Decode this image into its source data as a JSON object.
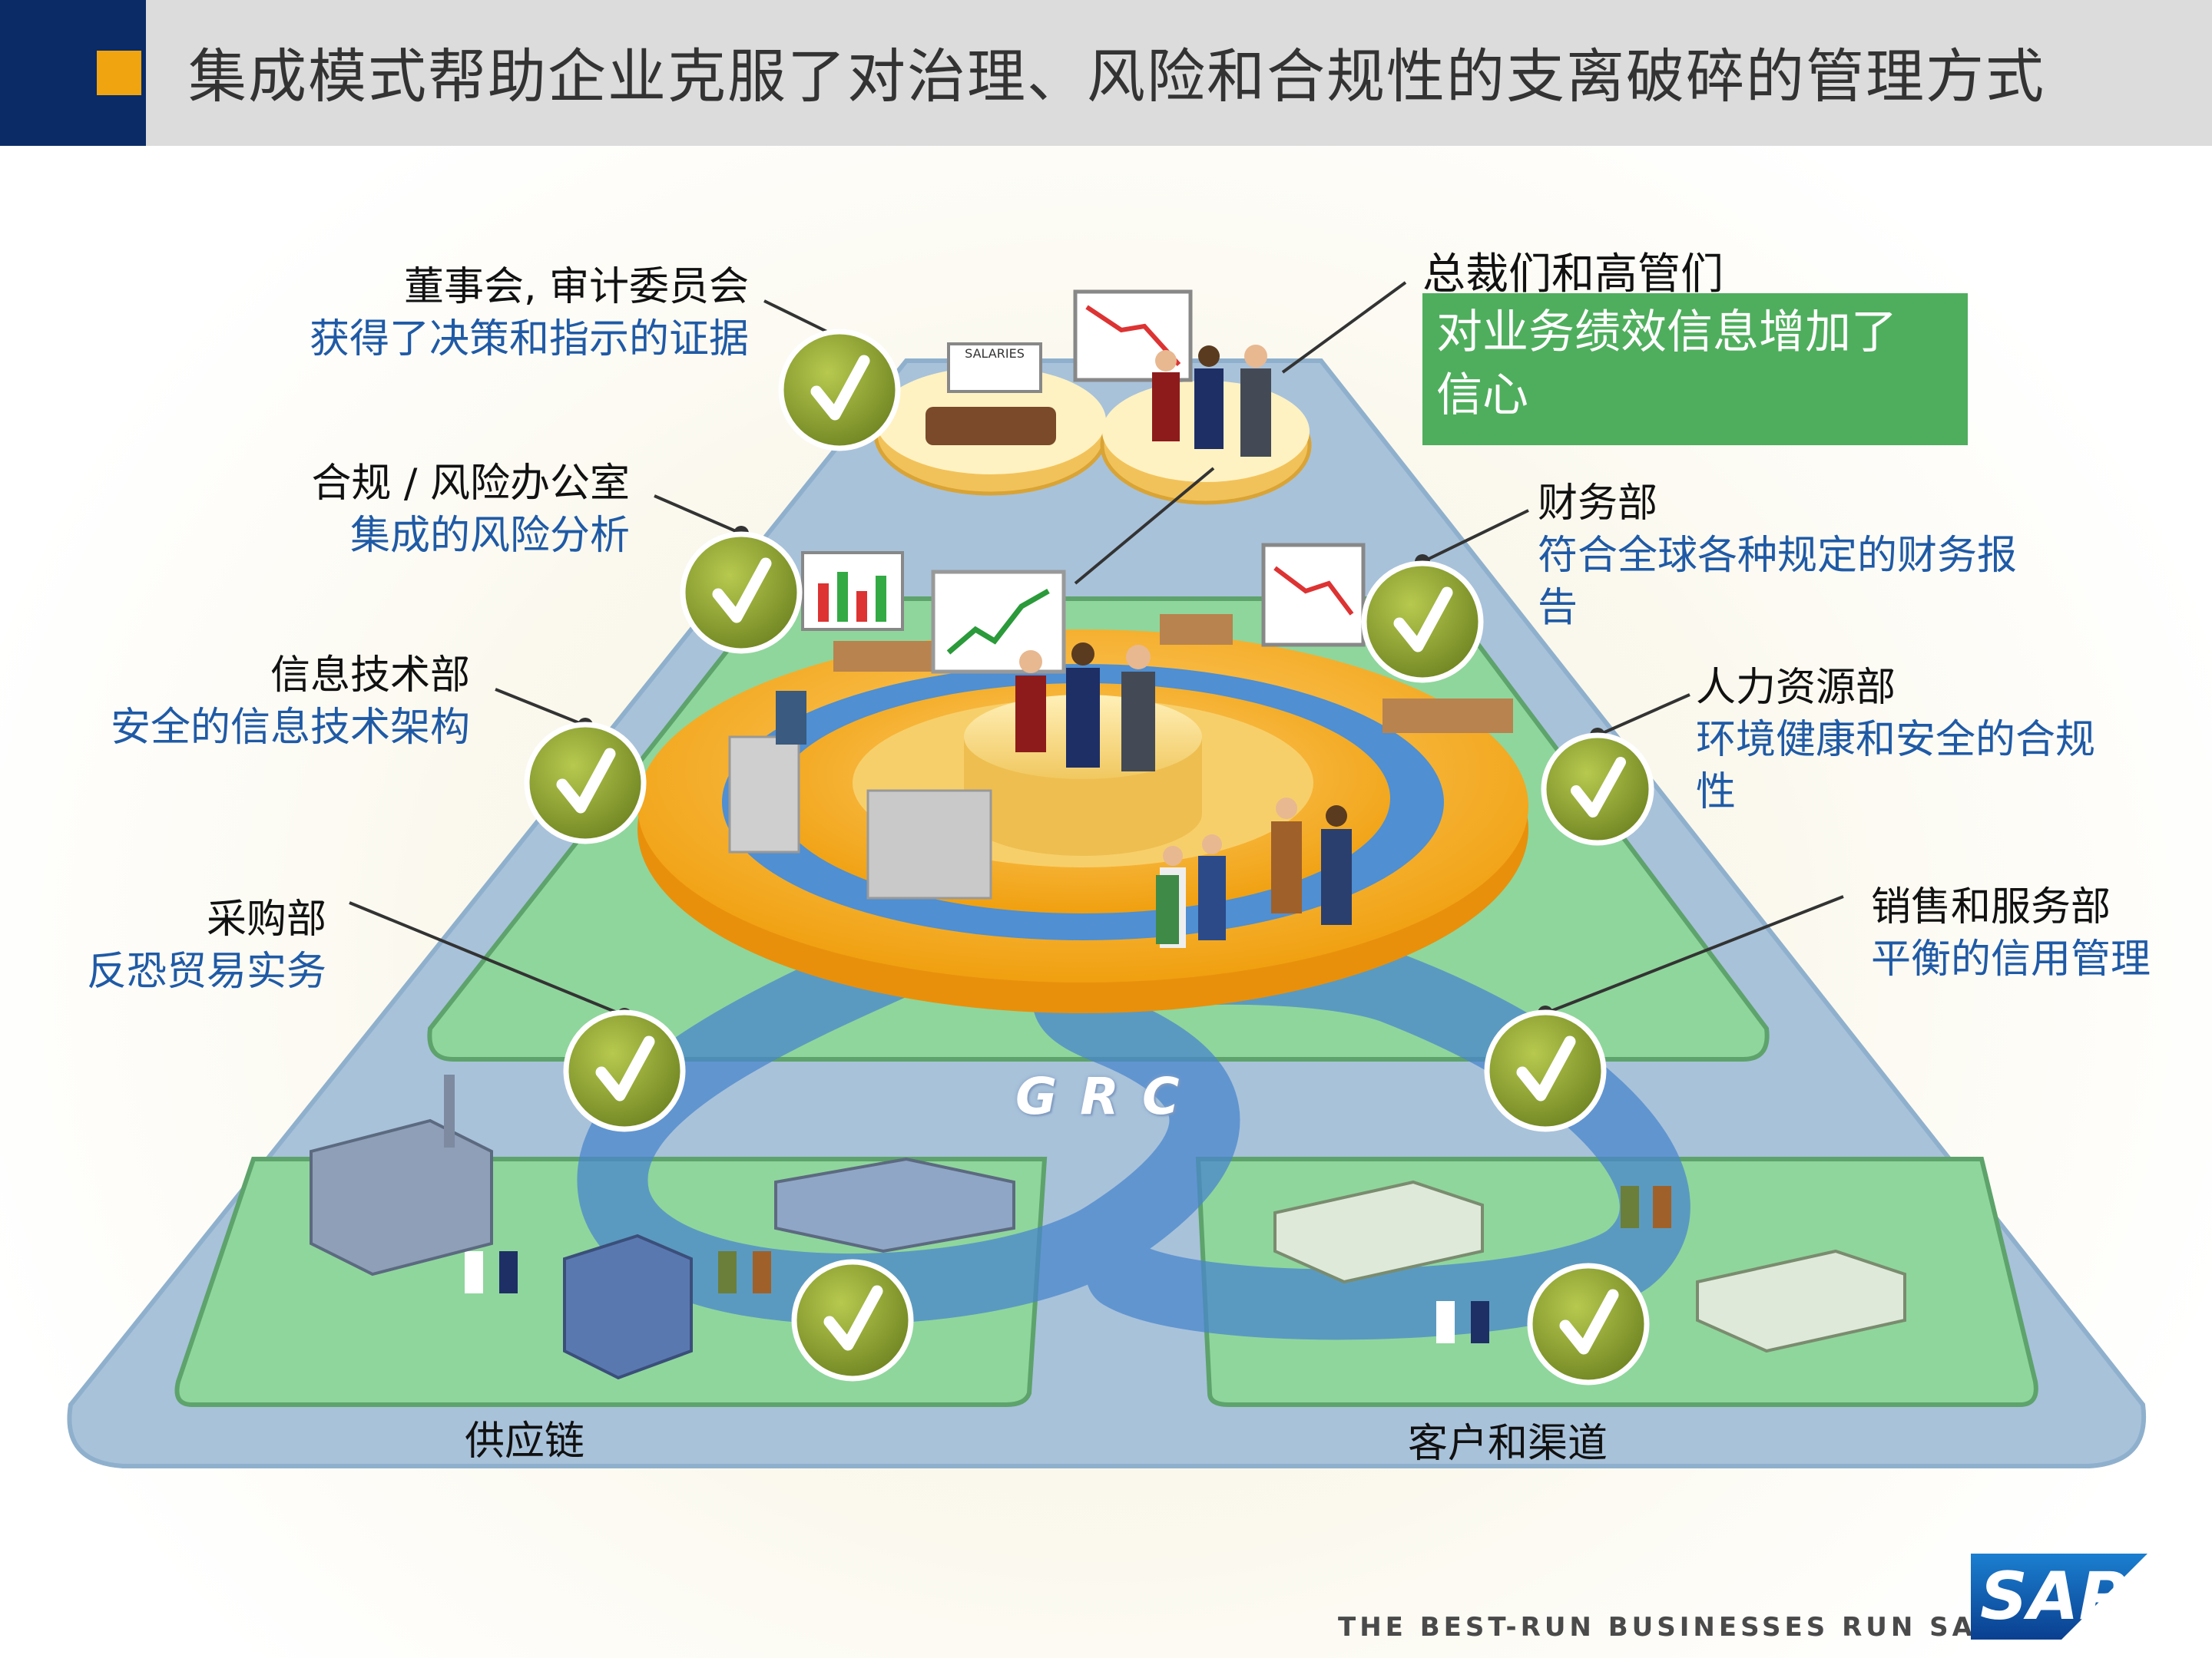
{
  "header": {
    "title": "集成模式帮助企业克服了对治理、风险和合规性的支离破碎的管理方式"
  },
  "departments": [
    {
      "name": "董事会, 审计委员会",
      "benefit": "获得了决策和指示的证据"
    },
    {
      "name": "合规 / 风险办公室",
      "benefit": "集成的风险分析"
    },
    {
      "name": "信息技术部",
      "benefit": "安全的信息技术架构"
    },
    {
      "name": "采购部",
      "benefit": "反恐贸易实务"
    },
    {
      "name": "财务部",
      "benefit_line1": "符合全球各种规定的财务报",
      "benefit_line2": "告"
    },
    {
      "name": "人力资源部",
      "benefit_line1": "环境健康和安全的合规",
      "benefit_line2": "性"
    },
    {
      "name": "销售和服务部",
      "benefit": "平衡的信用管理"
    }
  ],
  "executives": {
    "title": "总裁们和高管们",
    "benefit_line1": "对业务绩效信息增加了",
    "benefit_line2": "信心"
  },
  "center_label": "GRC",
  "board_sign": "SALARIES",
  "regions": {
    "supply_chain": "供应链",
    "customers": "客户和渠道"
  },
  "footer": {
    "tagline": "THE BEST-RUN BUSINESSES RUN SAP",
    "logo": "SAP"
  },
  "colors": {
    "header_navy": "#0a2b66",
    "header_accent": "#f0a410",
    "benefit_blue": "#1f5aa6",
    "exec_green": "#4fae5d",
    "check_green": "#8ea23a"
  }
}
